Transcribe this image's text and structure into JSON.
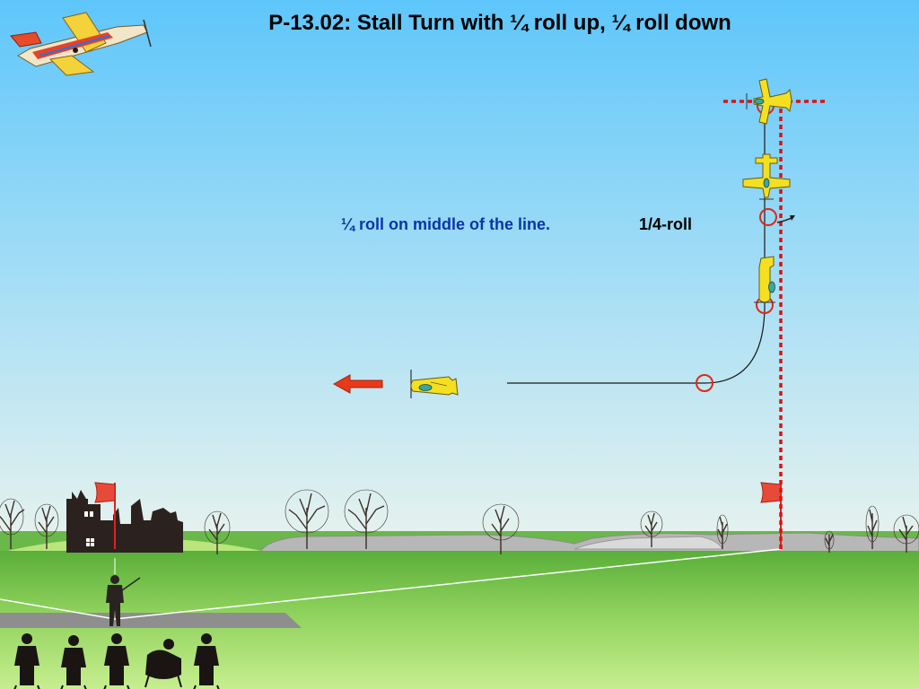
{
  "title": "P-13.02: Stall Turn with ¼  roll up, ¼  roll down",
  "annotations": {
    "roll_note": "¼  roll on middle of the line.",
    "roll_label": "1/4-roll"
  },
  "colors": {
    "sky_top": "#66ccff",
    "sky_bottom": "#dcefef",
    "grass": "#7fc84a",
    "grass_light": "#c2eb8a",
    "center_line": "#e01010",
    "marker_circle": "#e02818",
    "direction_arrow": "#e83a1a",
    "note_text": "#0b35a6",
    "aircraft_yellow": "#f4e020"
  },
  "icons": [
    "aerobatic-plane-logo-icon",
    "direction-arrow-icon",
    "flag-icon",
    "pilot-icon",
    "judge-icon",
    "tree-icon",
    "castle-ruin-icon"
  ]
}
